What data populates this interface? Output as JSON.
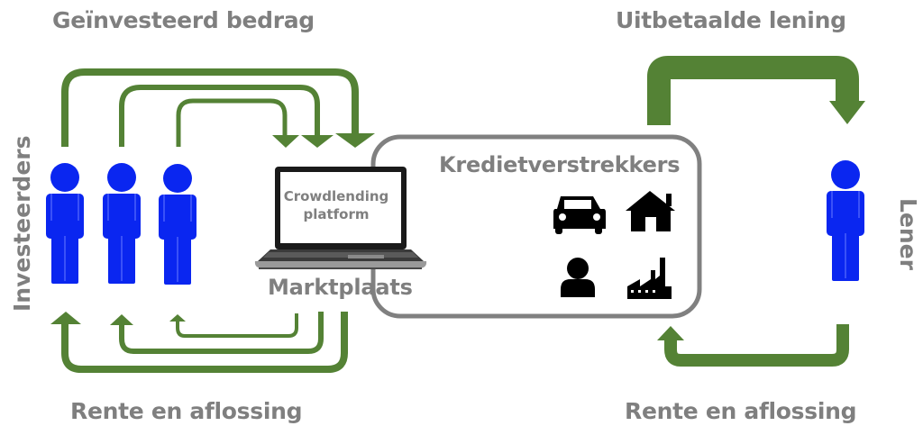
{
  "labels": {
    "invested_amount": "Geïnvesteerd bedrag",
    "paid_out_loan": "Uitbetaalde lening",
    "interest_repayment_left": "Rente en aflossing",
    "interest_repayment_right": "Rente en aflossing",
    "investors": "Investeerders",
    "borrower": "Lener",
    "lenders_box_title": "Kredietverstrekkers",
    "marketplace": "Marktplaats"
  },
  "laptop_screen": {
    "line1": "Crowdlending",
    "line2": "platform"
  },
  "icons": {
    "investor_figures": [
      "person-icon",
      "person-icon",
      "person-icon"
    ],
    "borrower_figure": "person-icon",
    "lender_types": [
      "car-icon",
      "house-icon",
      "person-bust-icon",
      "factory-icon"
    ]
  },
  "colors": {
    "arrow_green": "#548235",
    "person_blue": "#0a26f0",
    "label_gray": "#7f7f7f",
    "box_border_gray": "#808080",
    "icon_black": "#000000"
  }
}
